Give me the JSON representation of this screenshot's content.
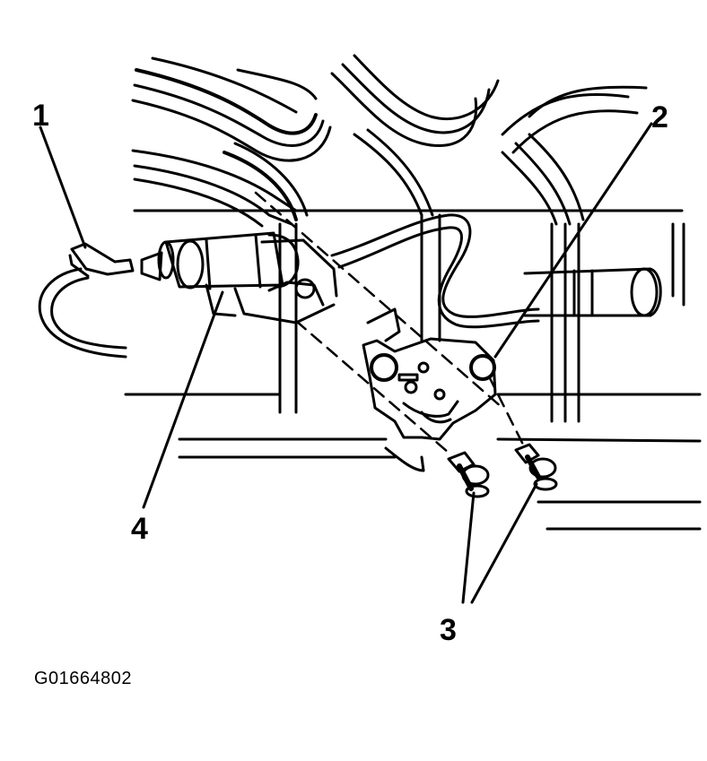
{
  "callouts": {
    "c1": "1",
    "c2": "2",
    "c3": "3",
    "c4": "4"
  },
  "figure_id": "G01664802",
  "colors": {
    "ink": "#000000",
    "paper": "#ffffff"
  }
}
